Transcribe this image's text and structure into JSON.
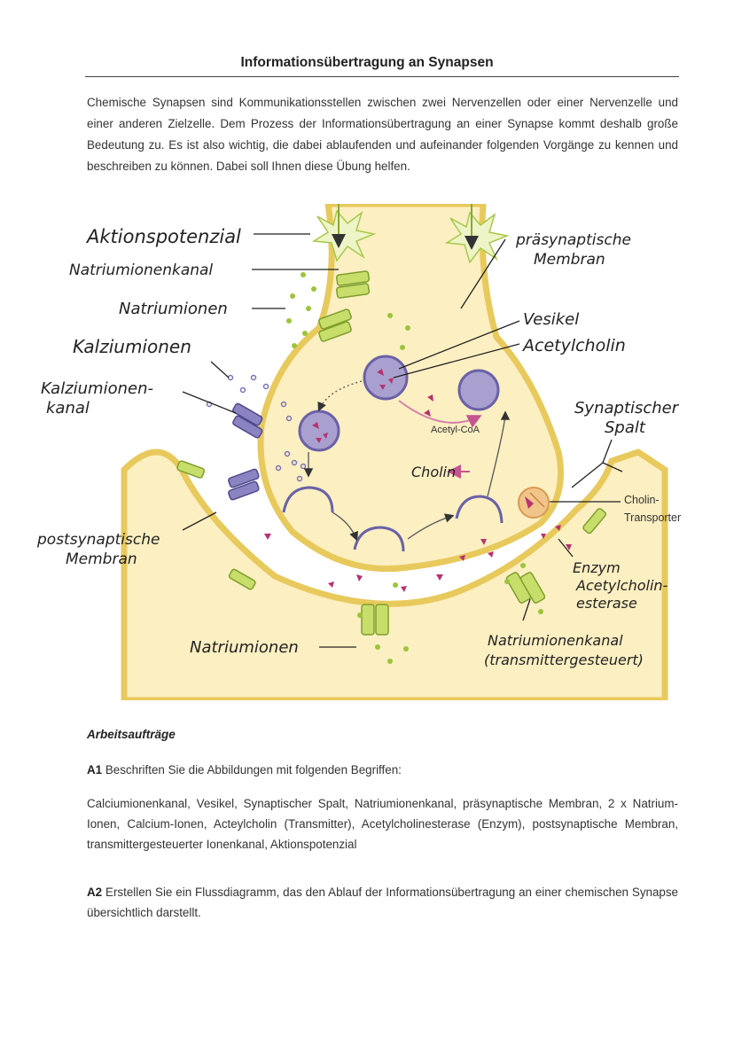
{
  "title": "Informationsübertragung an Synapsen",
  "intro": "Chemische Synapsen sind Kommunikationsstellen zwischen zwei Nervenzellen oder einer Nervenzelle und einer anderen Zielzelle. Dem Prozess der Informationsübertragung an einer Synapse kommt deshalb große Bedeutung zu. Es ist also wichtig, die dabei ablaufenden und aufeinander folgenden Vorgänge zu kennen und beschreiben zu können. Dabei soll Ihnen diese Übung helfen.",
  "figure": {
    "printed_labels": {
      "acetyl_coa": "Acetyl-CoA",
      "cholin_transporter_1": "Cholin-",
      "cholin_transporter_2": "Transporter"
    },
    "handwritten_labels": {
      "aktionspotenzial": "Aktionspotenzial",
      "natriumionenkanal": "Natriumionenkanal",
      "natriumionen_top": "Natriumionen",
      "kalziumionen": "Kalziumionen",
      "kalziumionenkanal_1": "Kalziumionen-",
      "kalziumionenkanal_2": "kanal",
      "postsyn_1": "postsynaptische",
      "postsyn_2": "Membran",
      "natriumionen_bottom": "Natriumionen",
      "praesyn_1": "präsynaptische",
      "praesyn_2": "Membran",
      "vesikel": "Vesikel",
      "acetylcholin": "Acetylcholin",
      "spalt_1": "Synaptischer",
      "spalt_2": "Spalt",
      "cholin": "Cholin",
      "enzym_1": "Enzym",
      "enzym_2": "Acetylcholin-",
      "enzym_3": "esterase",
      "natriumkanal_tg_1": "Natriumionenkanal",
      "natriumkanal_tg_2": "(transmittergesteuert)"
    },
    "colors": {
      "membrane": "#e8c95c",
      "cytoplasm": "#fcefc2",
      "vesicle": "#a9a0cf",
      "transmitter": "#b5346f",
      "sodium": "#9cc43b",
      "calcium": "#7a72b5"
    }
  },
  "tasks": {
    "heading": "Arbeitsaufträge",
    "a1_id": "A1",
    "a1_text": "Beschriften Sie die Abbildungen mit folgenden Begriffen:",
    "a1_terms": "Calciumionenkanal, Vesikel, Synaptischer Spalt, Natriumionenkanal, präsynaptische Membran, 2 x Natrium-Ionen, Calcium-Ionen, Acteylcholin (Transmitter), Acetylcholinesterase (Enzym), postsynaptische Membran, transmittergesteuerter Ionenkanal, Aktionspotenzial",
    "a2_id": "A2",
    "a2_text": "Erstellen Sie ein Flussdiagramm, das den Ablauf der Informationsübertragung an einer chemischen Synapse übersichtlich darstellt."
  }
}
